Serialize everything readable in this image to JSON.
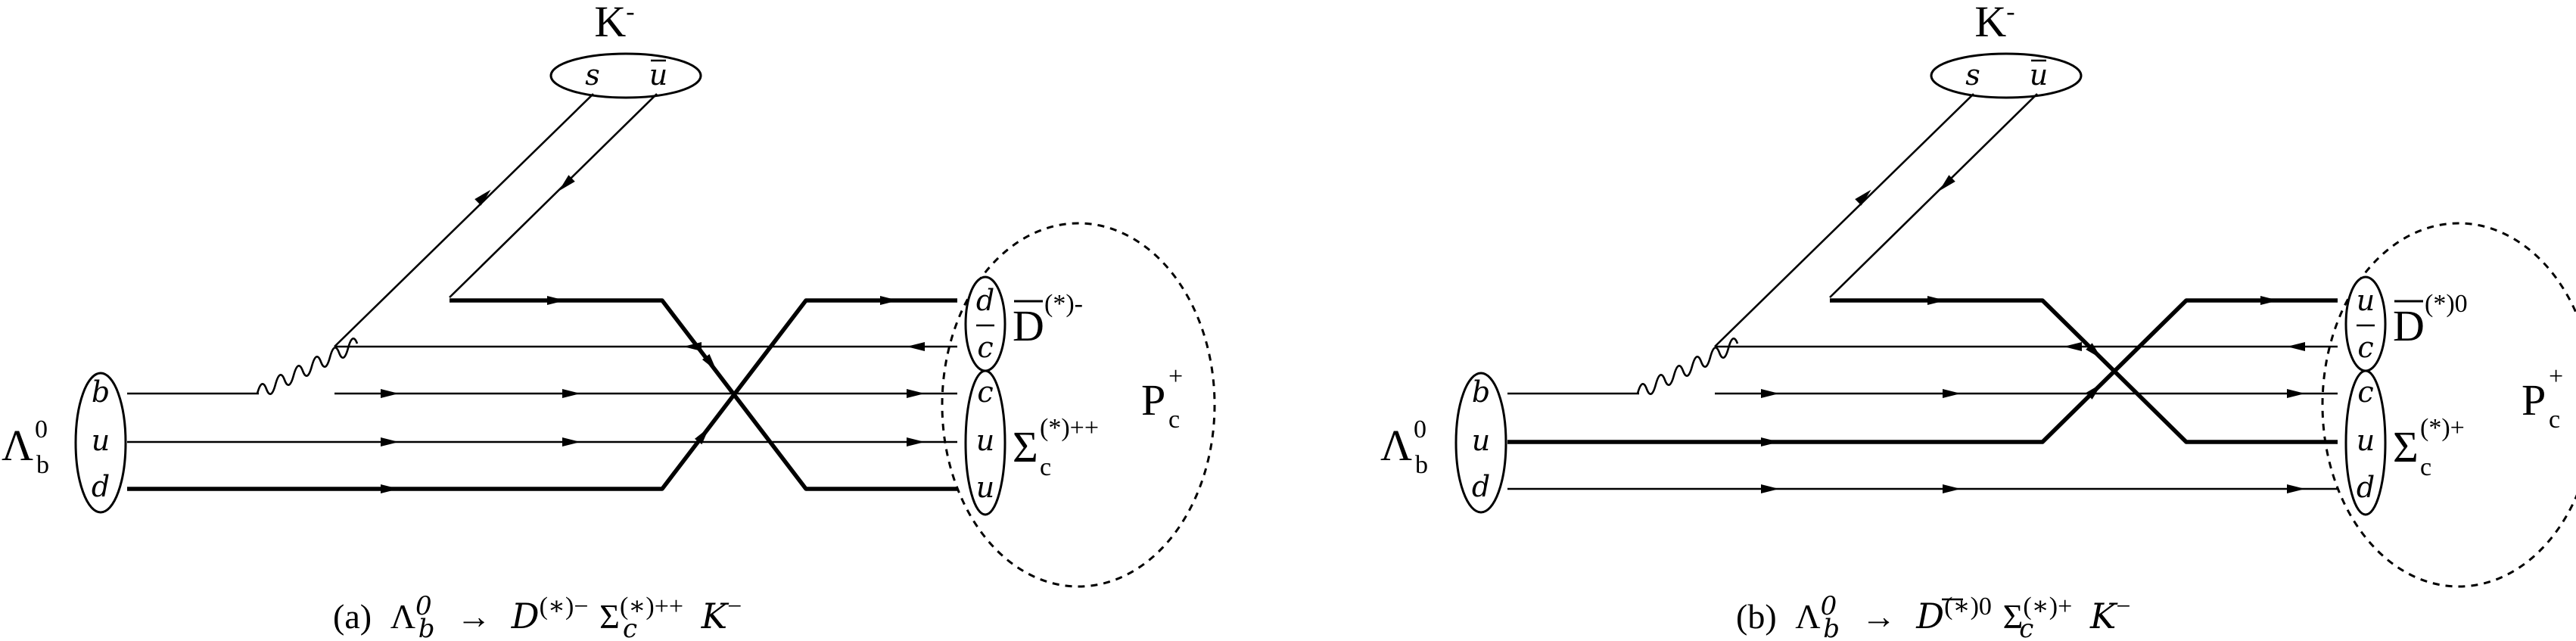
{
  "panels": [
    {
      "caption": {
        "label": "(a)",
        "initial": "Λ",
        "initial_sup": "0",
        "initial_sub": "b",
        "arrow": "→",
        "p1": "D",
        "p1_sup": "(∗)−",
        "p2": "Σ",
        "p2_sup": "(∗)++",
        "p2_sub": "c",
        "p3": "K",
        "p3_sup": "−"
      },
      "meson_top": {
        "name": "K",
        "charge": "-",
        "q1": "s",
        "q2": "u"
      },
      "initial_baryon": {
        "name": "Λ",
        "sup": "0",
        "sub": "b",
        "quarks": [
          "b",
          "u",
          "d"
        ]
      },
      "meson_out": {
        "name": "D",
        "sup": "(*)-",
        "quarks": [
          "d",
          "c"
        ]
      },
      "baryon_out": {
        "name": "Σ",
        "sup": "(*)++",
        "sub": "c",
        "quarks": [
          "c",
          "u",
          "u"
        ]
      },
      "pentaquark": {
        "name": "P",
        "sup": "+",
        "sub": "c"
      }
    },
    {
      "caption": {
        "label": "(b)",
        "initial": "Λ",
        "initial_sup": "0",
        "initial_sub": "b",
        "arrow": "→",
        "p1": "D",
        "p1_sup": "(∗)0",
        "p2": "Σ",
        "p2_sup": "(∗)+",
        "p2_sub": "c",
        "p3": "K",
        "p3_sup": "−"
      },
      "meson_top": {
        "name": "K",
        "charge": "-",
        "q1": "s",
        "q2": "u"
      },
      "initial_baryon": {
        "name": "Λ",
        "sup": "0",
        "sub": "b",
        "quarks": [
          "b",
          "u",
          "d"
        ]
      },
      "meson_out": {
        "name": "D",
        "sup": "(*)0",
        "quarks": [
          "u",
          "c"
        ]
      },
      "baryon_out": {
        "name": "Σ",
        "sup": "(*)+",
        "sub": "c",
        "quarks": [
          "c",
          "u",
          "d"
        ]
      },
      "pentaquark": {
        "name": "P",
        "sup": "+",
        "sub": "c"
      }
    }
  ]
}
